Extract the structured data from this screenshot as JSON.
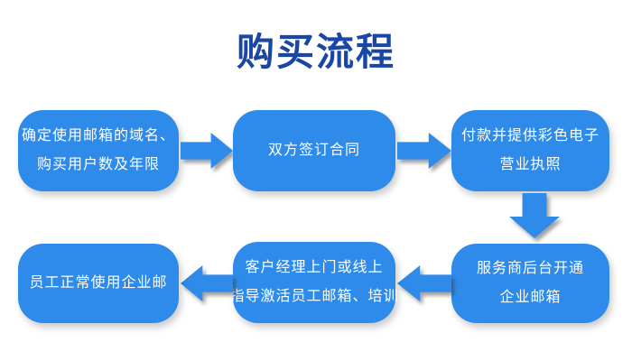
{
  "title": "购买流程",
  "colors": {
    "background": "#FFFFFF",
    "title": "#1A46A5",
    "box": "#2E8BE9",
    "text": "#FFFFFF"
  },
  "flow": {
    "steps": [
      {
        "name": "step-1",
        "lines": [
          "确定使用邮箱的域名、",
          "购买用户数及年限"
        ]
      },
      {
        "name": "step-2",
        "lines": [
          "双方签订合同"
        ]
      },
      {
        "name": "step-3",
        "lines": [
          "付款并提供彩色电子",
          "营业执照"
        ]
      },
      {
        "name": "step-4",
        "lines": [
          "服务商后台开通",
          "企业邮箱"
        ]
      },
      {
        "name": "step-5",
        "lines": [
          "客户经理上门或线上",
          "指导激活员工邮箱、培训"
        ]
      },
      {
        "name": "step-6",
        "lines": [
          "员工正常使用企业邮"
        ]
      }
    ],
    "arrows": [
      {
        "from": "step-1",
        "to": "step-2",
        "direction": "right"
      },
      {
        "from": "step-2",
        "to": "step-3",
        "direction": "right"
      },
      {
        "from": "step-3",
        "to": "step-4",
        "direction": "down"
      },
      {
        "from": "step-4",
        "to": "step-5",
        "direction": "left"
      },
      {
        "from": "step-5",
        "to": "step-6",
        "direction": "left"
      }
    ]
  }
}
